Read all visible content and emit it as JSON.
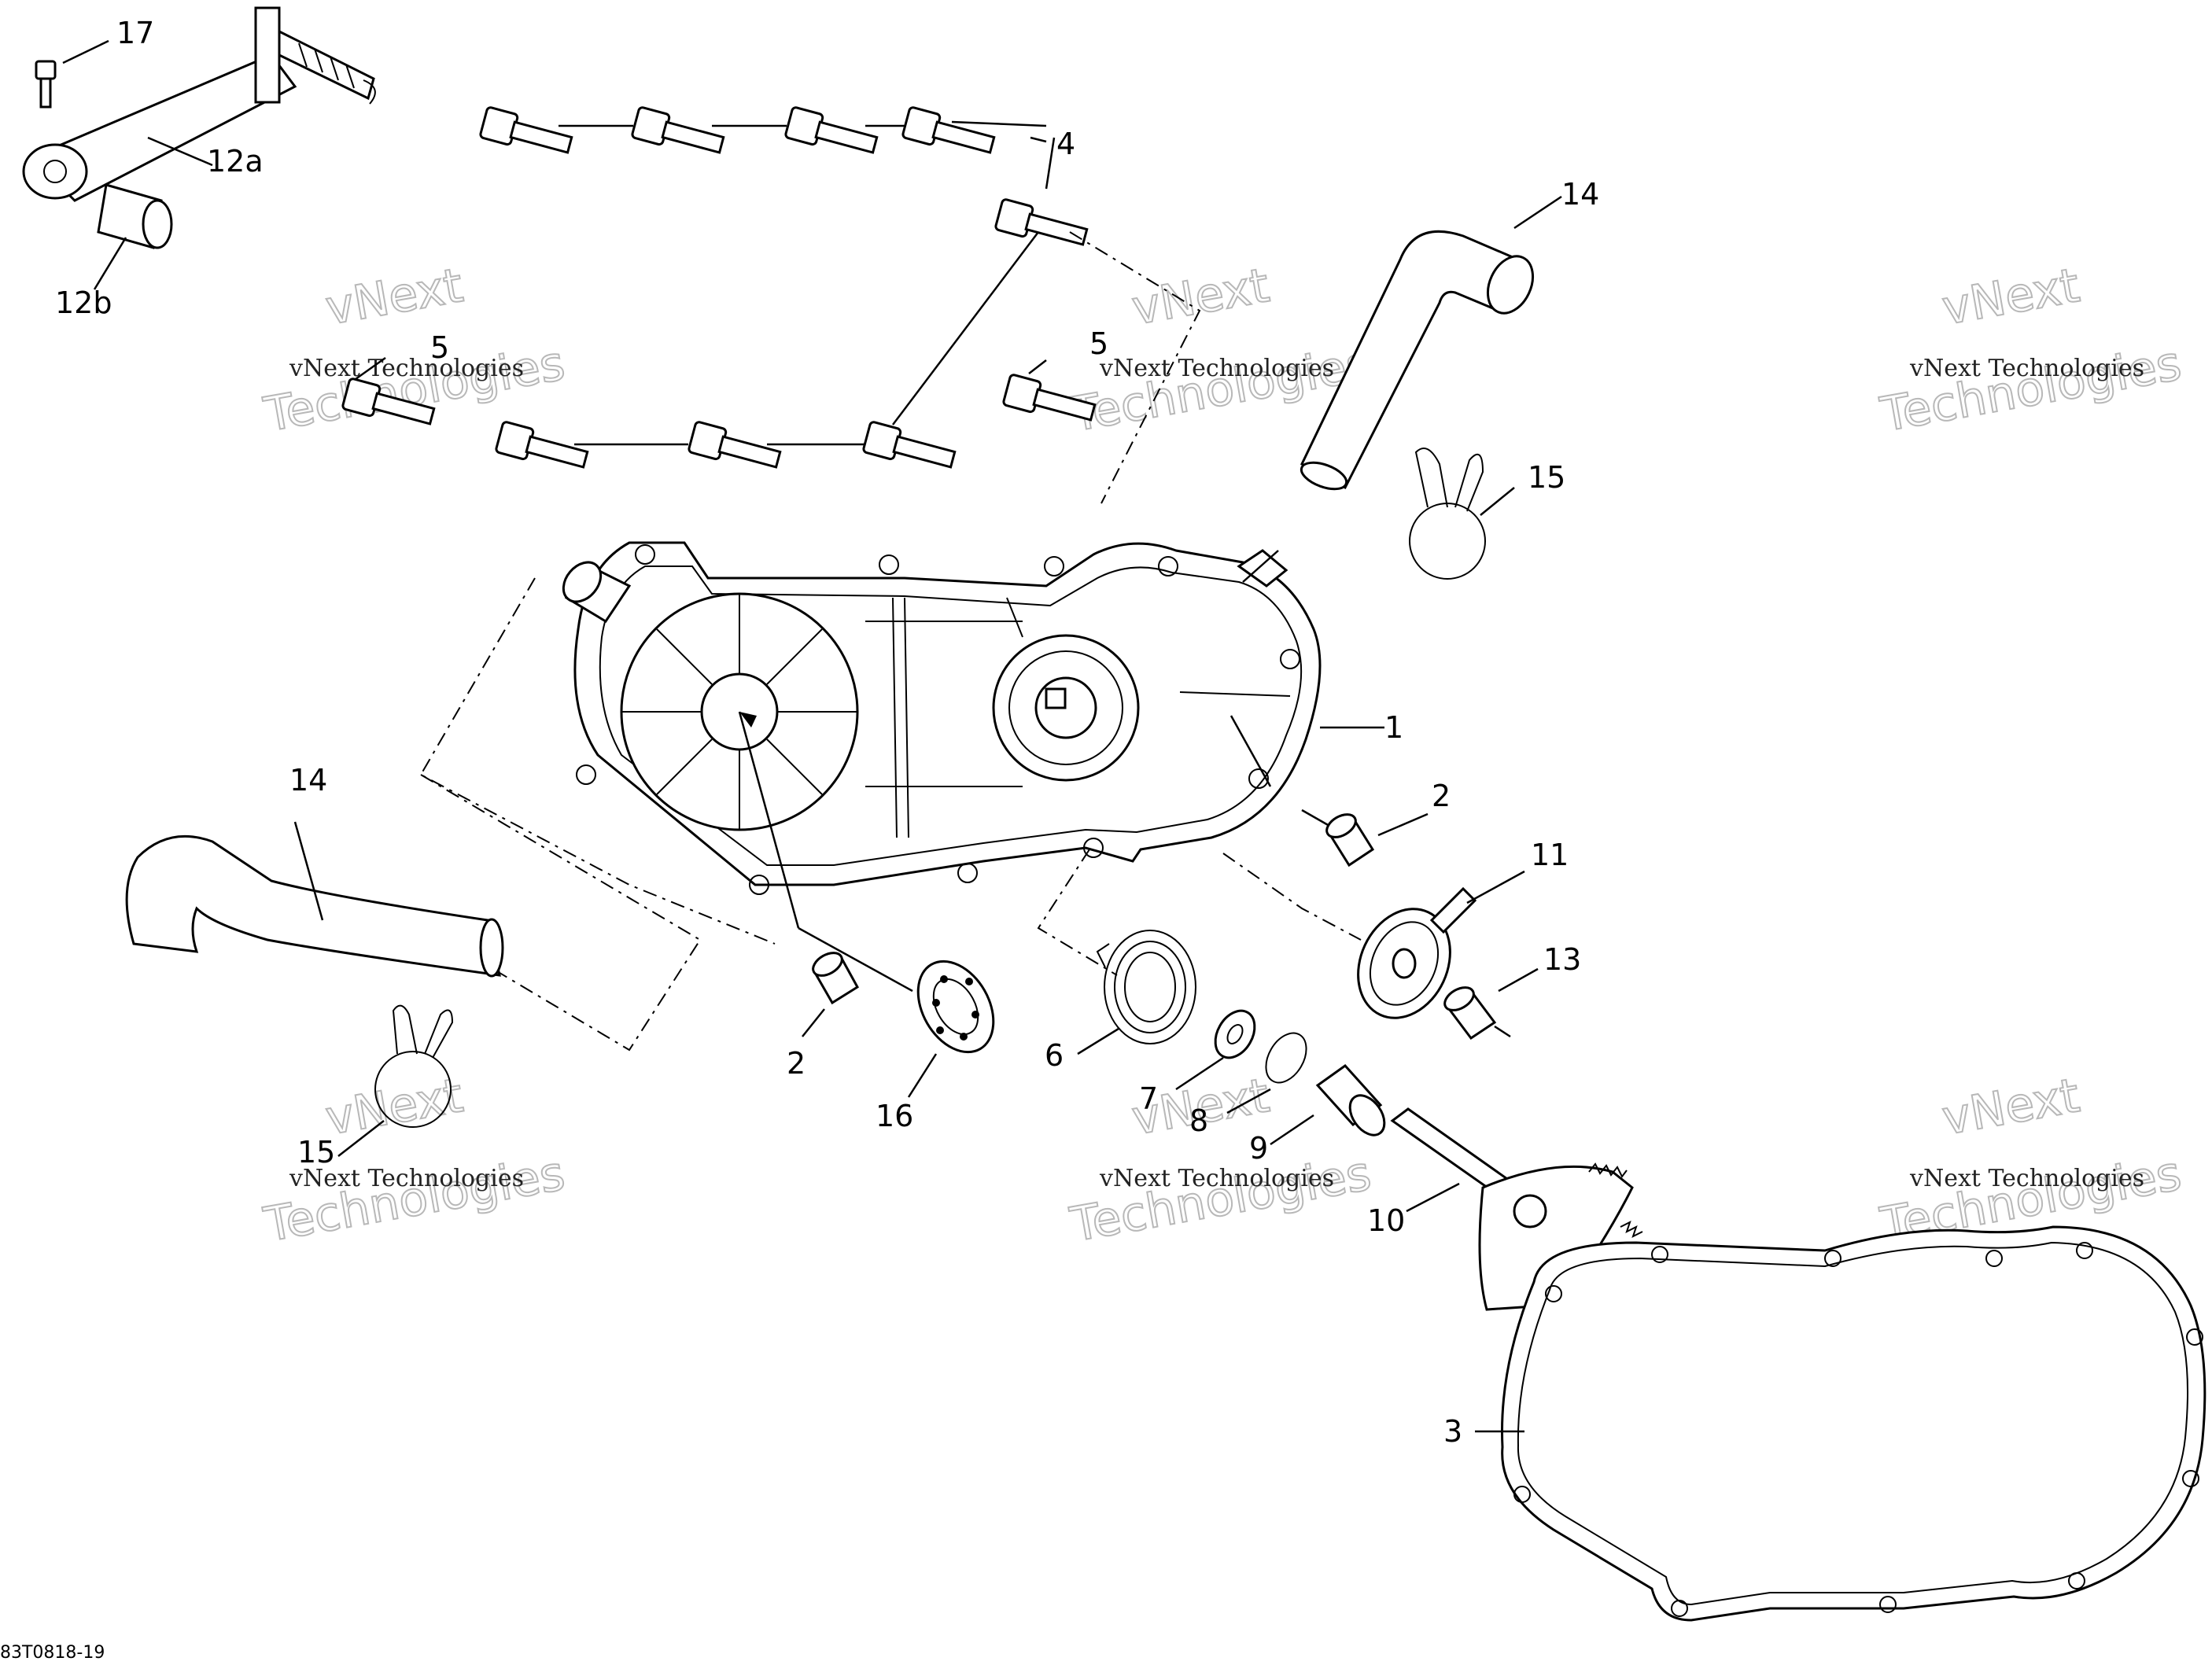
{
  "diagram": {
    "drawing_code": "83T0818-19",
    "labels": {
      "l17": "17",
      "l12a": "12a",
      "l12b": "12b",
      "l4": "4",
      "l5a": "5",
      "l5b": "5",
      "l14a": "14",
      "l14b": "14",
      "l15a": "15",
      "l15b": "15",
      "l1": "1",
      "l2a": "2",
      "l2b": "2",
      "l11": "11",
      "l13": "13",
      "l16": "16",
      "l6": "6",
      "l7": "7",
      "l8": "8",
      "l9": "9",
      "l10": "10",
      "l3": "3"
    },
    "watermark": {
      "line1": "vNext Technologies",
      "line2": "vNext",
      "line3": "Technologies"
    }
  }
}
